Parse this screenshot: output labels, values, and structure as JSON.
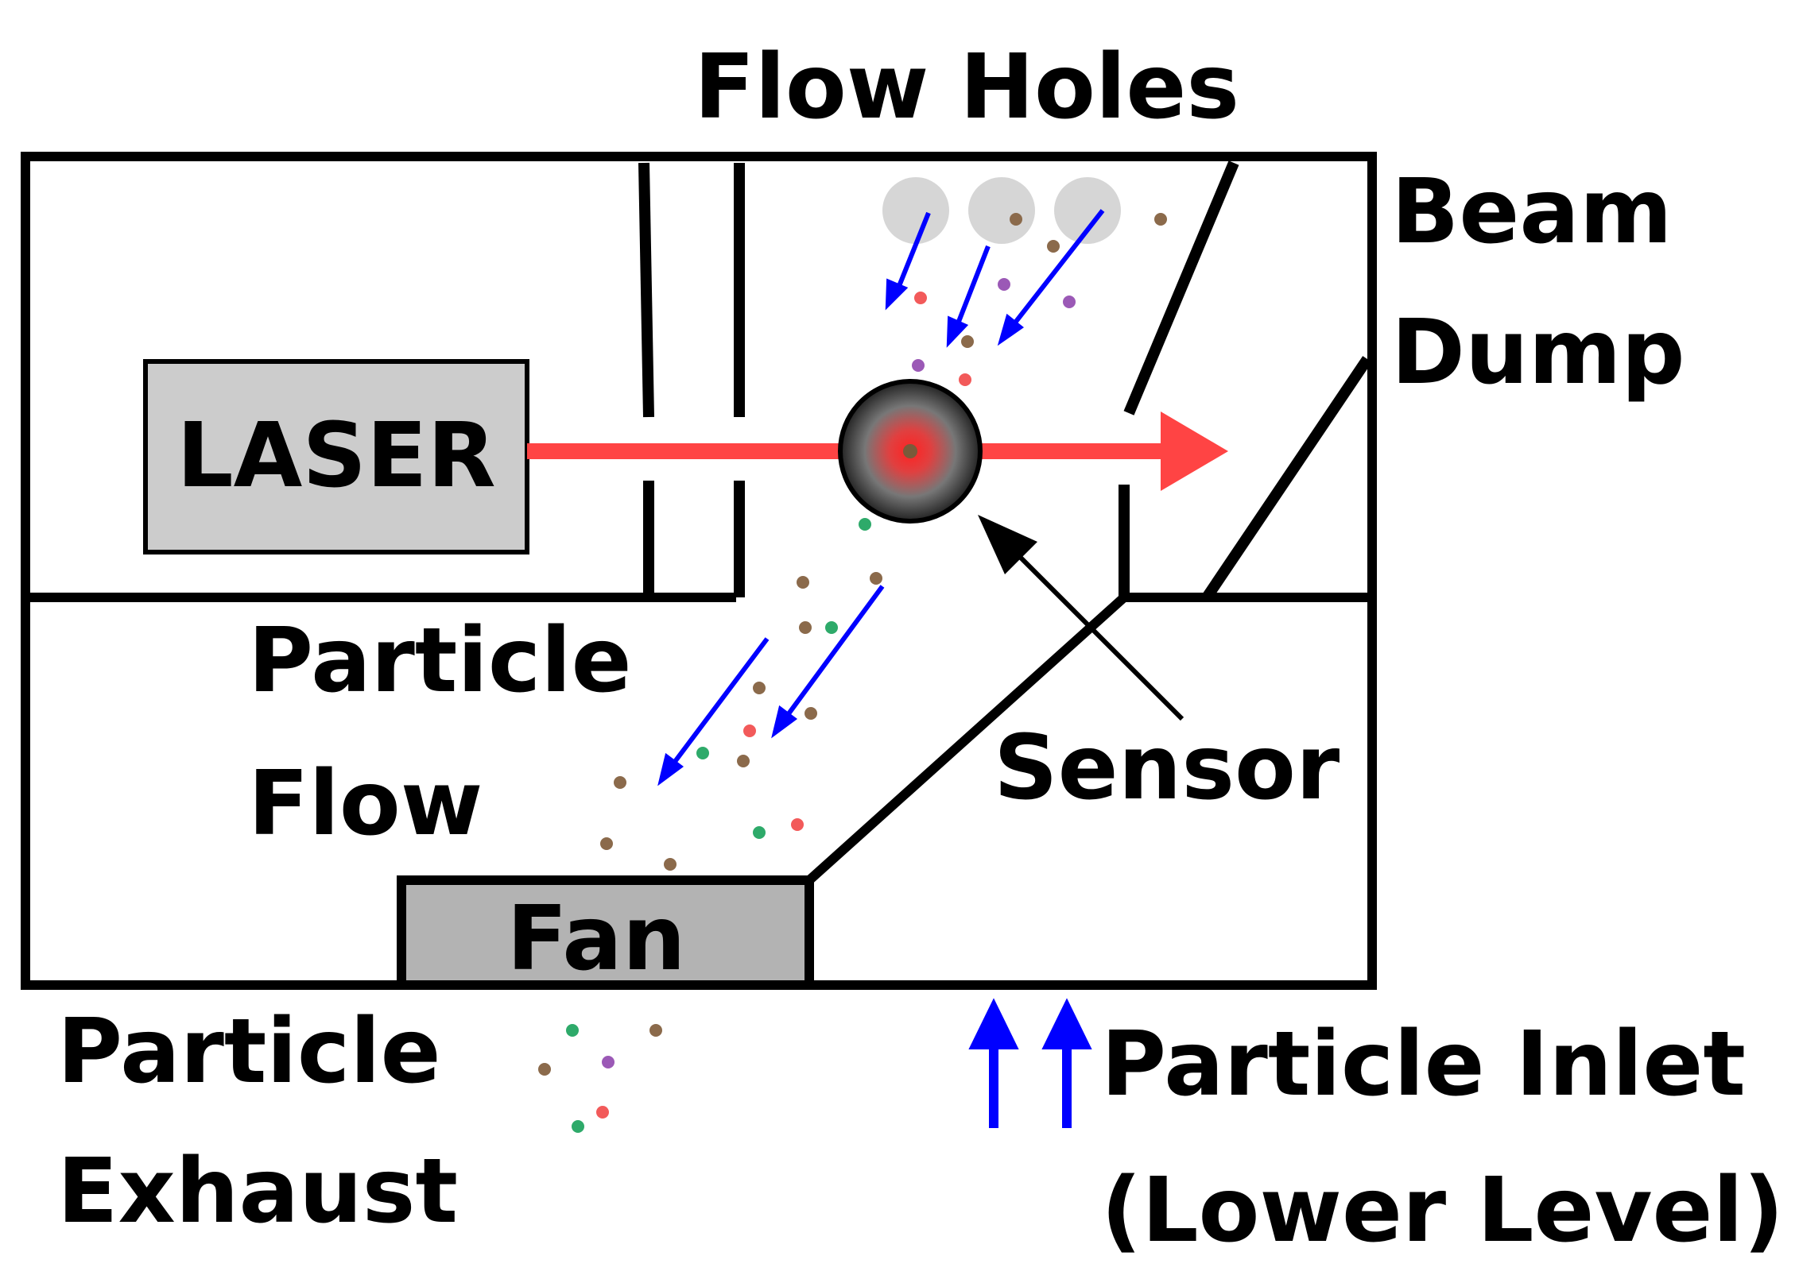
{
  "labels": {
    "flow_holes": "Flow Holes",
    "beam_dump_line1": "Beam",
    "beam_dump_line2": "Dump",
    "laser": "LASER",
    "particle_flow_line1": "Particle",
    "particle_flow_line2": "Flow",
    "sensor": "Sensor",
    "fan": "Fan",
    "particle_exhaust_line1": "Particle",
    "particle_exhaust_line2": "Exhaust",
    "particle_inlet_line1": "Particle Inlet",
    "particle_inlet_line2": "(Lower Level)"
  },
  "colors": {
    "outline": "#000000",
    "laser_beam": "#ff4444",
    "flow_arrow": "#0000ff",
    "laser_box": "#cccccc",
    "fan_box": "#b3b3b3",
    "flow_hole": "#d6d6d6",
    "particle_brown": "#8b6a4b",
    "particle_red": "#f25a5a",
    "particle_purple": "#9b59b6",
    "particle_green": "#2eaa6a"
  }
}
